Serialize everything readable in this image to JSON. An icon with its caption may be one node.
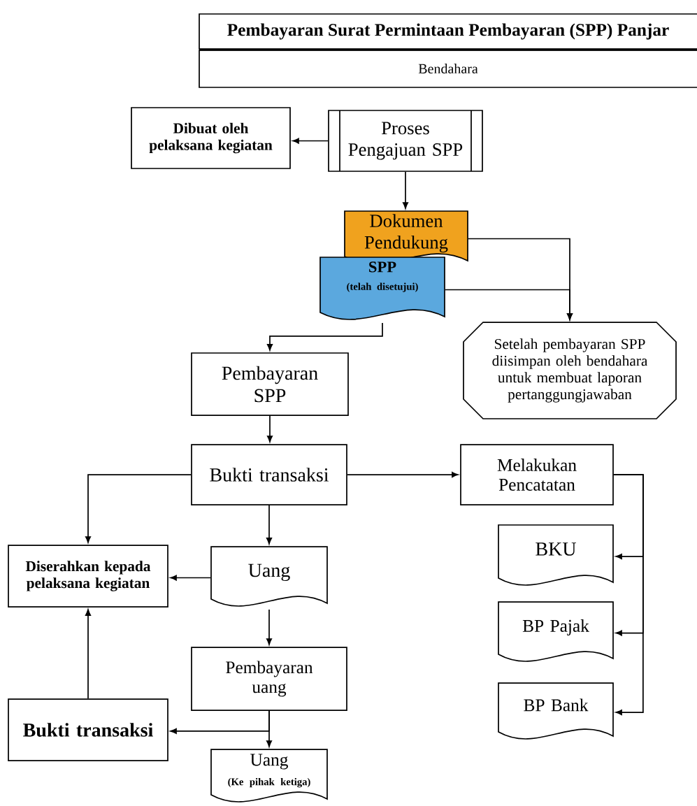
{
  "diagram": {
    "title": "Pembayaran Surat Permintaan Pembayaran (SPP) Panjar",
    "nodes": [
      {
        "text": [
          "Dibuat oleh pelaksana kegiatan"
        ]
      },
      {
        "text": [
          "Proses Pengajuan SPP"
        ]
      },
      {
        "text": [
          "Dokumen Pendukung"
        ]
      },
      {
        "text": [
          "SPP",
          "(telah disetujui)"
        ]
      },
      {
        "text": [
          "Pembayaran SPP"
        ]
      },
      {
        "text": [
          "Setelah pembayaran SPP diisimpan oleh bendahara untuk membuat laporan pertanggungjawaban"
        ]
      },
      {
        "text": [
          "Bukti transaksi"
        ]
      },
      {
        "text": [
          "Melakukan Pencatatan"
        ]
      },
      {
        "text": [
          "Diserahkan kepada pelaksana kegiatan"
        ]
      },
      {
        "text": [
          "Uang"
        ]
      },
      {
        "text": [
          "BKU"
        ]
      },
      {
        "text": [
          "Pembayaran uang"
        ]
      },
      {
        "text": [
          "BP Pajak"
        ]
      },
      {
        "text": [
          "Bukti transaksi"
        ]
      },
      {
        "text": [
          "BP Bank"
        ]
      },
      {
        "text": [
          "Uang",
          "(Ke pihak ketiga)"
        ]
      }
    ],
    "edges": [
      {
        "from": 1,
        "to": 0,
        "arrow": "to"
      },
      {
        "from": 1,
        "to": 2,
        "arrow": "to"
      },
      {
        "from": 2,
        "to": 5,
        "arrow": "to"
      },
      {
        "from": 3,
        "to": 5,
        "arrow": "to"
      },
      {
        "from": 3,
        "to": 4,
        "arrow": "to"
      },
      {
        "from": 4,
        "to": 6,
        "arrow": "to"
      },
      {
        "from": 6,
        "to": 7,
        "arrow": "to"
      },
      {
        "from": 6,
        "to": 8,
        "arrow": "to"
      },
      {
        "from": 6,
        "to": 9,
        "arrow": "to"
      },
      {
        "from": 9,
        "to": 8,
        "arrow": "to"
      },
      {
        "from": 9,
        "to": 11,
        "arrow": "to"
      },
      {
        "from": 11,
        "to": 15,
        "arrow": "to"
      },
      {
        "from": 11,
        "to": 13,
        "arrow": "to"
      },
      {
        "from": 13,
        "to": 8,
        "arrow": "to"
      },
      {
        "from": 7,
        "to": 10,
        "arrow": "to"
      },
      {
        "from": 7,
        "to": 12,
        "arrow": "to"
      },
      {
        "from": 7,
        "to": 14,
        "arrow": "to"
      }
    ],
    "labels": [
      "Bendahara"
    ]
  }
}
